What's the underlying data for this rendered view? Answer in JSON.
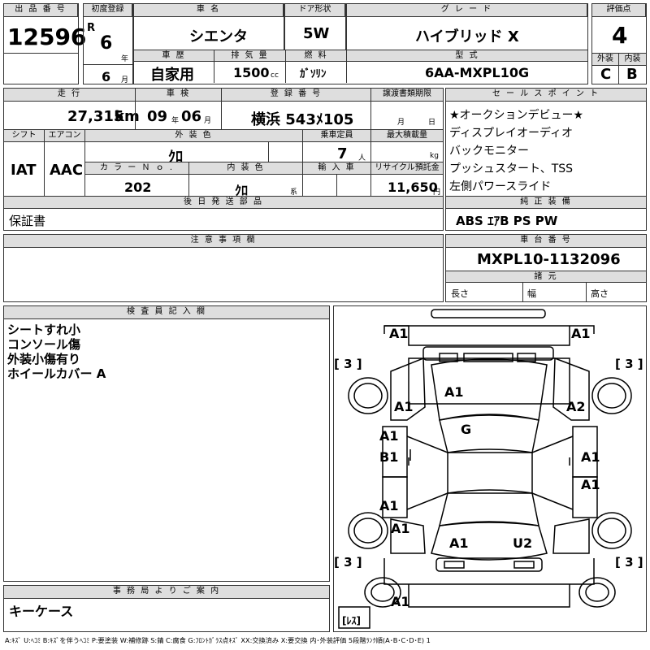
{
  "top": {
    "lot_label": "出 品 番 号",
    "lot_no": "12596",
    "first_reg_label": "初度登録",
    "era": "R",
    "year": "6",
    "year_unit": "年",
    "month": "6",
    "month_unit": "月",
    "name_label": "車 名",
    "car_name": "シエンタ",
    "door_label": "ドア形状",
    "door": "5W",
    "grade_label": "グ レ ー ド",
    "grade": "ハイブリッド X",
    "score_label": "評価点",
    "score": "4",
    "history_label": "車 歴",
    "history": "自家用",
    "disp_label": "排 気 量",
    "disp": "1500",
    "disp_unit": "cc",
    "fuel_label": "燃 料",
    "fuel": "ｶﾞｿﾘﾝ",
    "model_label": "型 式",
    "model": "6AA-MXPL10G",
    "ext_label": "外装",
    "ext": "C",
    "int_label": "内装",
    "int": "B"
  },
  "row2": {
    "mileage_label": "走 行",
    "mileage": "27,315",
    "mileage_unit": "km",
    "inspect_label": "車 検",
    "inspect_y": "09",
    "inspect_y_unit": "年",
    "inspect_m": "06",
    "inspect_m_unit": "月",
    "reg_label": "登 録 番 号",
    "reg": "横浜 543ﾒ105",
    "transfer_label": "譲渡書類期限",
    "transfer_m": "月",
    "transfer_d": "日",
    "shift_label": "シフト",
    "shift": "IAT",
    "ac_label": "エアコン",
    "ac": "AAC",
    "color_label": "外 装 色",
    "color": "ｸﾛ",
    "seats_label": "乗車定員",
    "seats": "7",
    "seats_unit": "人",
    "load_label": "最大積載量",
    "load_unit": "kg",
    "colorno_label": "カ ラ ー Ｎ ｏ .",
    "colorno": "202",
    "intcolor_label": "内 装 色",
    "intcolor": "ｸﾛ",
    "intcolor_unit": "系",
    "import_label": "輸 入 車",
    "recycle_label": "リサイクル預託金",
    "recycle": "11,650",
    "recycle_unit": "円",
    "later_label": "後 日 発 送 部 品",
    "later": "保証書"
  },
  "sales": {
    "label": "セ ー ル ス ポ イ ン ト",
    "items": [
      "★オークションデビュー★",
      "ディスプレイオーディオ",
      "バックモニター",
      "プッシュスタート、TSS",
      "左側パワースライド"
    ]
  },
  "equip": {
    "label": "純 正 装 備",
    "value": "ABS ｴｱB PS PW"
  },
  "notes": {
    "label": "注 意 事 項 欄"
  },
  "chassis": {
    "label": "車 台 番 号",
    "value": "MXPL10-1132096",
    "spec_label": "諸 元",
    "len": "長さ",
    "wid": "幅",
    "hgt": "高さ"
  },
  "inspector": {
    "label": "検 査 員 記 入 欄",
    "lines": [
      "シートすれ小",
      "コンソール傷",
      "外装小傷有り",
      "ホイールカバー A"
    ]
  },
  "office": {
    "label": "事 務 局 よ り ご 案 内",
    "value": "キーケース"
  },
  "diagram": {
    "marks": {
      "fl_bumper": "A1",
      "fr_bumper": "A1",
      "hood": "A1",
      "left_fender": "A1",
      "right_fender": "A2",
      "roof": "G",
      "left_front_door": "A1",
      "left_front_door2": "B1",
      "right_front_door": "A1",
      "right_rear_door": "A1",
      "left_rear_door": "A1",
      "left_quarter": "A1",
      "rear_left": "A1",
      "rear_right": "U2",
      "rear_bumper": "A1"
    },
    "tires": {
      "fl": "[ 3 ]",
      "fr": "[ 3 ]",
      "rl": "[ 3 ]",
      "rr": "[ 3 ]",
      "spare": "[ﾚｽ]"
    }
  },
  "legend": "A:ｷｽﾞ U:ﾍｺﾐ B:ｷｽﾞを伴うﾍｺﾐ P:要塗装 W:補修跡 S:錆 C:腐食 G:ﾌﾛﾝﾄｶﾞﾗｽ点ｷｽﾞ XX:交換済み X:要交換  内･外装評価 5段階ﾗﾝｸ順(A･B･C･D･E) 1"
}
